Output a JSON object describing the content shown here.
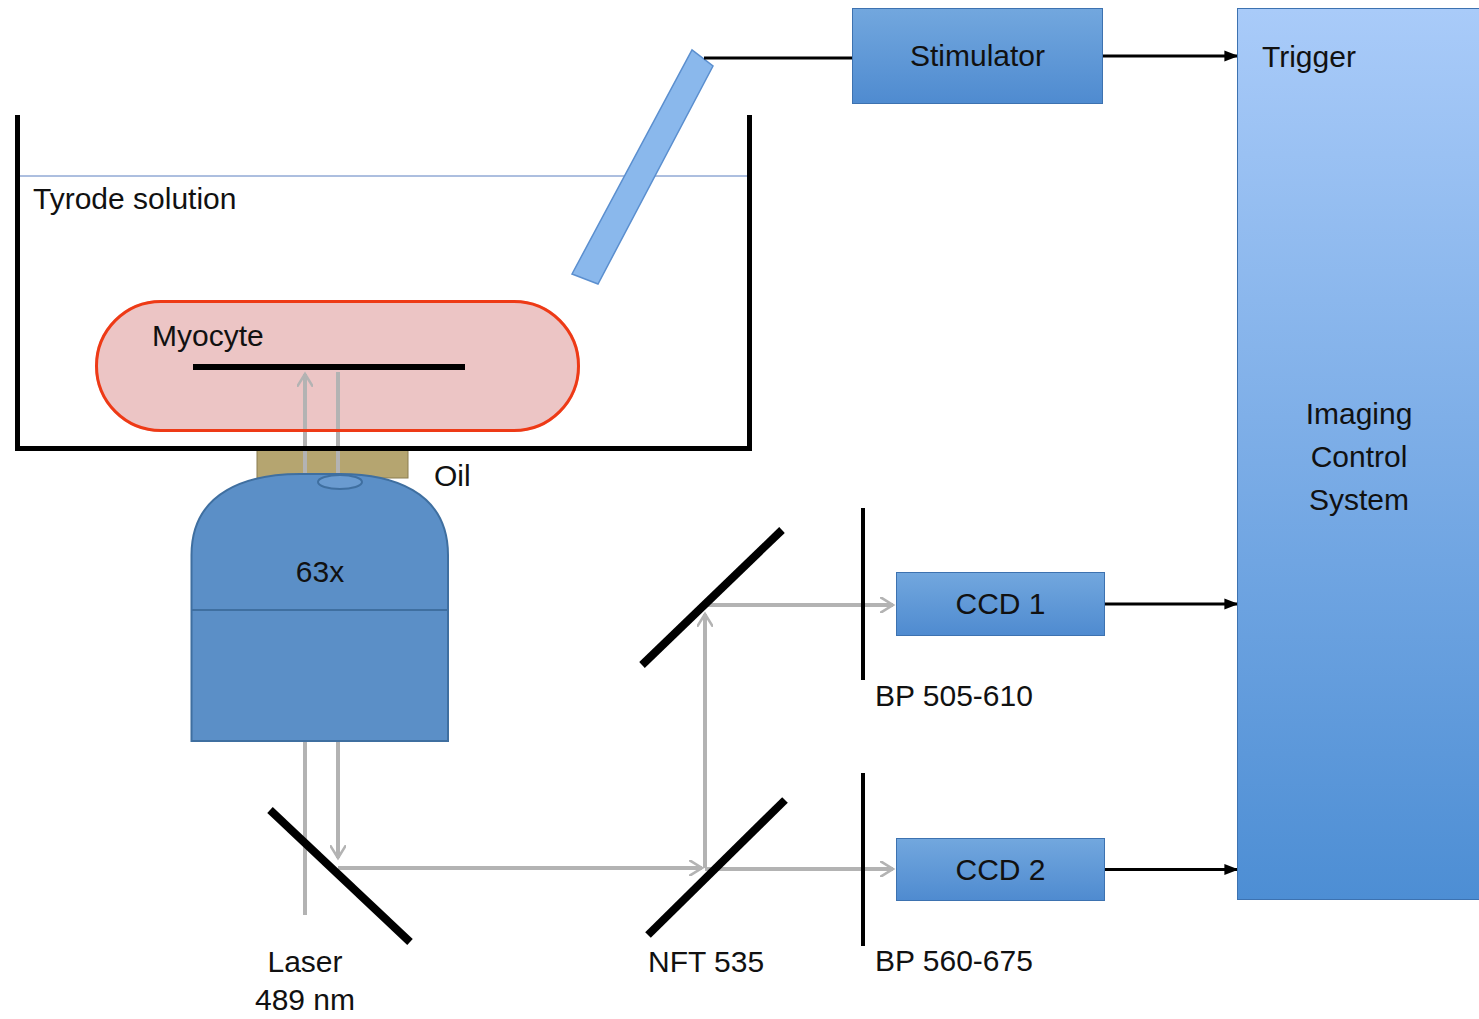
{
  "diagram": {
    "nodes": [
      {
        "text": [
          "Tyrode solution"
        ]
      },
      {
        "text": [
          "Myocyte"
        ],
        "in": 0
      },
      {
        "text": [
          "Stimulator"
        ]
      },
      {
        "text": [
          "Trigger",
          "Imaging Control System"
        ]
      },
      {
        "text": [
          "63x"
        ]
      },
      {
        "text": [
          "CCD 1"
        ]
      },
      {
        "text": [
          "CCD 2"
        ]
      }
    ],
    "edges": [
      {
        "from": 2,
        "to": 3,
        "arrow": "to"
      },
      {
        "from": 5,
        "to": 3,
        "arrow": "to"
      },
      {
        "from": 6,
        "to": 3,
        "arrow": "to"
      }
    ],
    "labels": [
      "Oil",
      "Laser 489 nm",
      "NFT 535",
      "BP 505-610",
      "BP 560-675"
    ]
  }
}
